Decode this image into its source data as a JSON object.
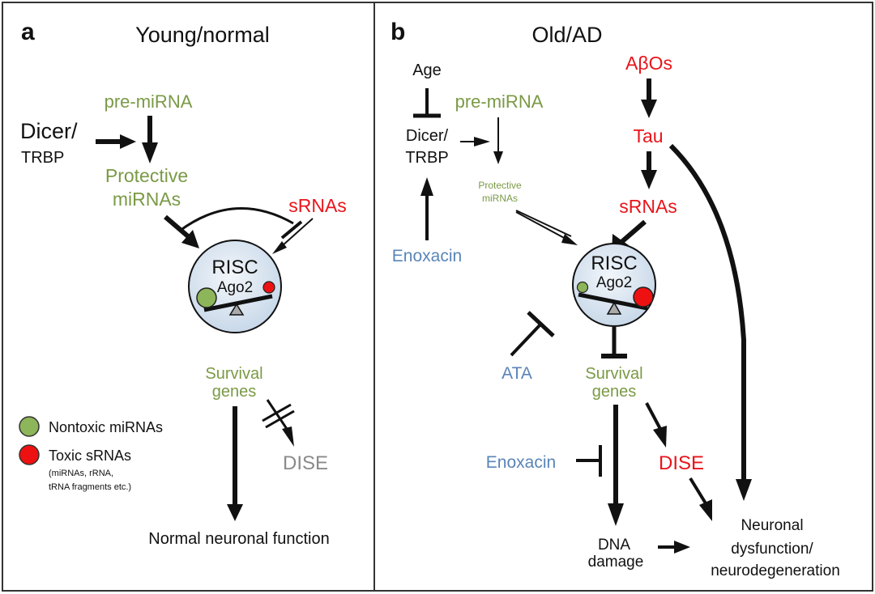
{
  "colors": {
    "green": "#7a9a45",
    "red": "#e8151b",
    "blue": "#5a85b8",
    "gray": "#8a8a8a",
    "black": "#111111",
    "risc_fill": "#d6e2ef",
    "nontoxic": "#8db55a",
    "toxic": "#ee1111"
  },
  "panel_a": {
    "letter": "a",
    "title": "Young/normal",
    "dicer": "Dicer/",
    "trbp": "TRBP",
    "pre_mirna": "pre-miRNA",
    "protective_1": "Protective",
    "protective_2": "miRNAs",
    "srnas": "sRNAs",
    "risc": "RISC",
    "ago2": "Ago2",
    "survival_1": "Survival",
    "survival_2": "genes",
    "dise": "DISE",
    "outcome": "Normal neuronal function",
    "legend": {
      "nontoxic": "Nontoxic miRNAs",
      "toxic": "Toxic sRNAs",
      "toxic_sub_1": "(miRNAs, rRNA,",
      "toxic_sub_2": "tRNA fragments etc.)"
    }
  },
  "panel_b": {
    "letter": "b",
    "title": "Old/AD",
    "age": "Age",
    "dicer": "Dicer/",
    "trbp": "TRBP",
    "pre_mirna": "pre-miRNA",
    "protective_1": "Protective",
    "protective_2": "miRNAs",
    "enoxacin_top": "Enoxacin",
    "abos": "AβOs",
    "tau": "Tau",
    "srnas": "sRNAs",
    "risc": "RISC",
    "ago2": "Ago2",
    "ata": "ATA",
    "survival_1": "Survival",
    "survival_2": "genes",
    "enoxacin_bottom": "Enoxacin",
    "dise": "DISE",
    "dna_1": "DNA",
    "dna_2": "damage",
    "neuro_1": "Neuronal",
    "neuro_2": "dysfunction/",
    "neuro_3": "neurodegeneration"
  }
}
